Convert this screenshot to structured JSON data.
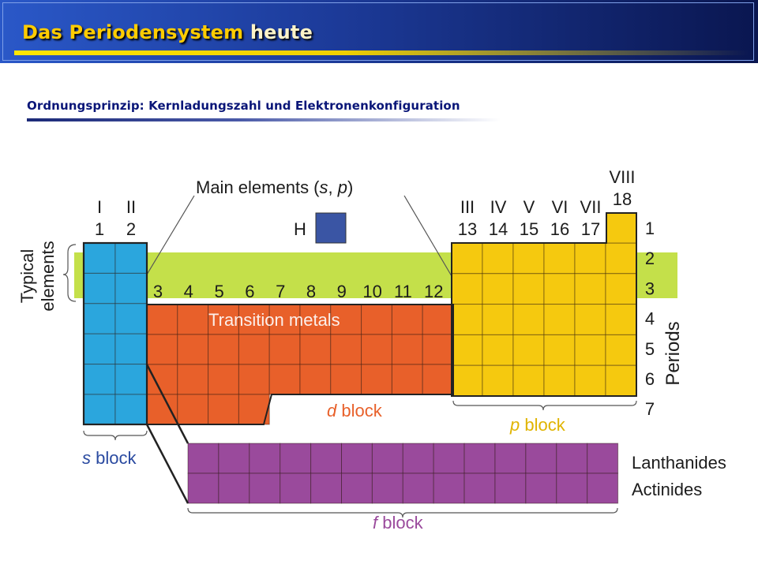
{
  "slide": {
    "title_main": "Das Periodensystem",
    "title_rest": " heute",
    "subtitle": "Ordnungsprinzip: Kernladungszahl und Elektronenkonfiguration"
  },
  "diagram": {
    "main_elements_label": "Main elements (",
    "main_elements_s": "s",
    "main_elements_sep": ", ",
    "main_elements_p": "p",
    "main_elements_close": ")",
    "hydrogen_symbol": "H",
    "typical_elements_line1": "Typical",
    "typical_elements_line2": "elements",
    "transition_metals_label": "Transition metals",
    "periods_label": "Periods",
    "s_block_letter": "s",
    "p_block_letter": "p",
    "d_block_letter": "d",
    "f_block_letter": "f",
    "block_word": " block",
    "lanthanides_label": "Lanthanides",
    "actinides_label": "Actinides",
    "roman_groups_left": [
      "I",
      "II"
    ],
    "arabic_groups_left": [
      "1",
      "2"
    ],
    "transition_groups": [
      "3",
      "4",
      "5",
      "6",
      "7",
      "8",
      "9",
      "10",
      "11",
      "12"
    ],
    "roman_groups_right": [
      "III",
      "IV",
      "V",
      "VI",
      "VII"
    ],
    "arabic_groups_right": [
      "13",
      "14",
      "15",
      "16",
      "17"
    ],
    "group18_roman": "VIII",
    "group18_arabic": "18",
    "periods": [
      "1",
      "2",
      "3",
      "4",
      "5",
      "6",
      "7"
    ],
    "colors": {
      "s_block": "#2ba6dd",
      "d_block": "#e8602a",
      "p_block": "#f5c90f",
      "f_block": "#9a4a9c",
      "typical_band": "#c4e04a",
      "hydrogen": "#3a55a4"
    }
  }
}
